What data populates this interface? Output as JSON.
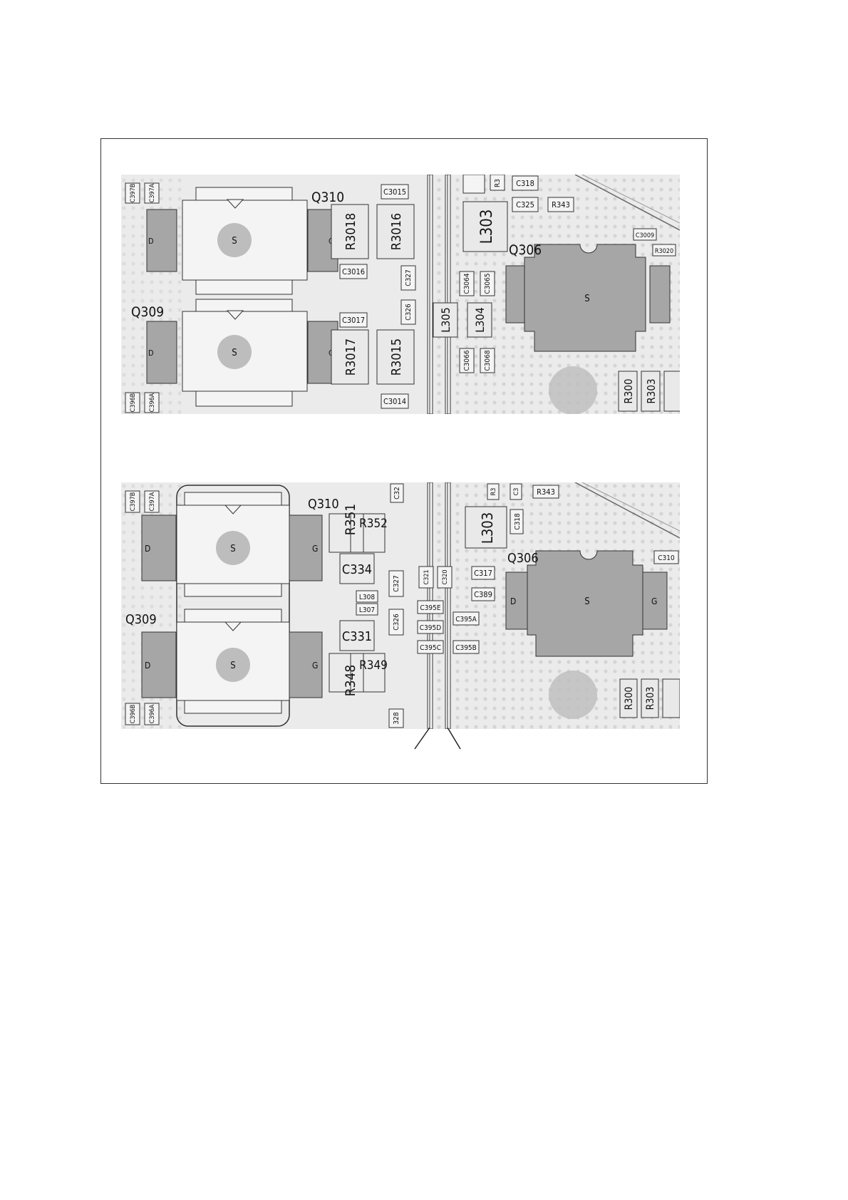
{
  "colors": {
    "board": "#ebebeb",
    "pad": "#a6a6a6",
    "dots": "#d2d2d2",
    "part_fill": "#f4f4f4",
    "outline": "#333333",
    "circle": "#bdbdbd"
  },
  "top_view": {
    "transistors": [
      {
        "ref": "Q310",
        "source": "S",
        "drain": "D",
        "gate": "G"
      },
      {
        "ref": "Q309",
        "source": "S",
        "drain": "D",
        "gate": "G"
      }
    ],
    "q306": {
      "ref": "Q306",
      "source": "S"
    },
    "large_parts": [
      "R3018",
      "R3016",
      "R3017",
      "R3015",
      "L303",
      "L305",
      "L304",
      "R300",
      "R303"
    ],
    "small_parts": [
      "C397B",
      "C397A",
      "C396B",
      "C396A",
      "C3015",
      "C3016",
      "C3017",
      "C3014",
      "C327",
      "C326",
      "C3064",
      "C3065",
      "C3066",
      "C3068",
      "C318",
      "C325",
      "R343",
      "C3009",
      "R3020",
      "R3"
    ]
  },
  "bottom_view": {
    "transistors": [
      {
        "ref": "Q310",
        "source": "S",
        "drain": "D",
        "gate": "G"
      },
      {
        "ref": "Q309",
        "source": "S",
        "drain": "D",
        "gate": "G"
      }
    ],
    "q306": {
      "ref": "Q306",
      "source": "S",
      "drain": "D",
      "gate": "G"
    },
    "large_parts": [
      "R351",
      "R352",
      "C334",
      "C331",
      "R348",
      "R349",
      "L303",
      "R300",
      "R303"
    ],
    "small_parts": [
      "C397B",
      "C397A",
      "C396B",
      "C396A",
      "C32",
      "C327",
      "C326",
      "328",
      "L308",
      "L307",
      "C321",
      "C320",
      "C395E",
      "C395D",
      "C395C",
      "C395A",
      "C395B",
      "C317",
      "C389",
      "C318",
      "R343",
      "C310",
      "R3",
      "C3"
    ]
  }
}
